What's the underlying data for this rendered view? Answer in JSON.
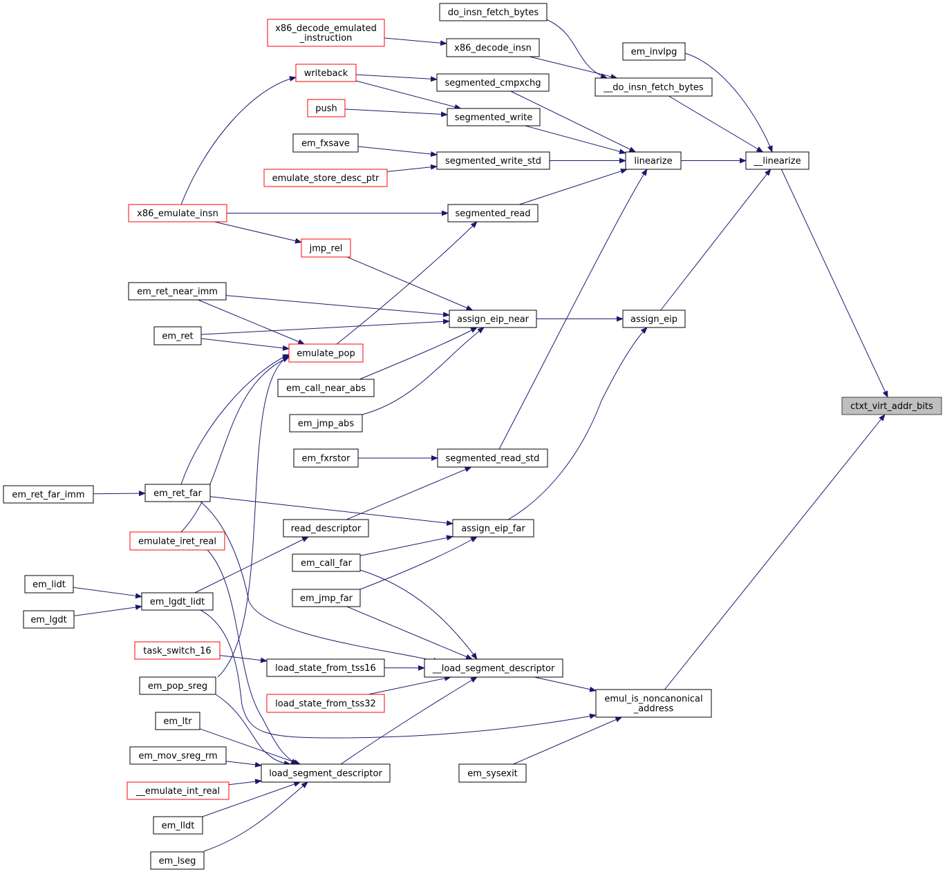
{
  "colors": {
    "edge": "#191970",
    "node_fill": "#ffffff",
    "node_border_normal": "#000000",
    "node_border_truncated": "#ff0000",
    "root_fill": "#bfbfbf",
    "root_border": "#404040"
  },
  "nodes": [
    {
      "id": "ctxt_virt_addr_bits",
      "lines": [
        "ctxt_virt_addr_bits"
      ],
      "kind": "root"
    },
    {
      "id": "__linearize",
      "lines": [
        "__linearize"
      ],
      "kind": "normal"
    },
    {
      "id": "emul_is_noncanonical_address",
      "lines": [
        "emul_is_noncanonical",
        "_address"
      ],
      "kind": "normal"
    },
    {
      "id": "__do_insn_fetch_bytes",
      "lines": [
        "__do_insn_fetch_bytes"
      ],
      "kind": "normal"
    },
    {
      "id": "em_invlpg",
      "lines": [
        "em_invlpg"
      ],
      "kind": "normal"
    },
    {
      "id": "linearize",
      "lines": [
        "linearize"
      ],
      "kind": "normal"
    },
    {
      "id": "assign_eip",
      "lines": [
        "assign_eip"
      ],
      "kind": "normal"
    },
    {
      "id": "do_insn_fetch_bytes",
      "lines": [
        "do_insn_fetch_bytes"
      ],
      "kind": "normal"
    },
    {
      "id": "x86_decode_insn",
      "lines": [
        "x86_decode_insn"
      ],
      "kind": "normal"
    },
    {
      "id": "x86_decode_emulated_instruction",
      "lines": [
        "x86_decode_emulated",
        "_instruction"
      ],
      "kind": "truncated"
    },
    {
      "id": "segmented_cmpxchg",
      "lines": [
        "segmented_cmpxchg"
      ],
      "kind": "normal"
    },
    {
      "id": "segmented_write",
      "lines": [
        "segmented_write"
      ],
      "kind": "normal"
    },
    {
      "id": "segmented_write_std",
      "lines": [
        "segmented_write_std"
      ],
      "kind": "normal"
    },
    {
      "id": "segmented_read",
      "lines": [
        "segmented_read"
      ],
      "kind": "normal"
    },
    {
      "id": "segmented_read_std",
      "lines": [
        "segmented_read_std"
      ],
      "kind": "normal"
    },
    {
      "id": "assign_eip_near",
      "lines": [
        "assign_eip_near"
      ],
      "kind": "normal"
    },
    {
      "id": "assign_eip_far",
      "lines": [
        "assign_eip_far"
      ],
      "kind": "normal"
    },
    {
      "id": "__load_segment_descriptor",
      "lines": [
        "__load_segment_descriptor"
      ],
      "kind": "normal"
    },
    {
      "id": "em_sysexit",
      "lines": [
        "em_sysexit"
      ],
      "kind": "normal"
    },
    {
      "id": "writeback",
      "lines": [
        "writeback"
      ],
      "kind": "truncated"
    },
    {
      "id": "push",
      "lines": [
        "push"
      ],
      "kind": "truncated"
    },
    {
      "id": "em_fxsave",
      "lines": [
        "em_fxsave"
      ],
      "kind": "normal"
    },
    {
      "id": "emulate_store_desc_ptr",
      "lines": [
        "emulate_store_desc_ptr"
      ],
      "kind": "truncated"
    },
    {
      "id": "x86_emulate_insn",
      "lines": [
        "x86_emulate_insn"
      ],
      "kind": "truncated"
    },
    {
      "id": "jmp_rel",
      "lines": [
        "jmp_rel"
      ],
      "kind": "truncated"
    },
    {
      "id": "em_ret_near_imm",
      "lines": [
        "em_ret_near_imm"
      ],
      "kind": "normal"
    },
    {
      "id": "em_ret",
      "lines": [
        "em_ret"
      ],
      "kind": "normal"
    },
    {
      "id": "emulate_pop",
      "lines": [
        "emulate_pop"
      ],
      "kind": "truncated"
    },
    {
      "id": "em_call_near_abs",
      "lines": [
        "em_call_near_abs"
      ],
      "kind": "normal"
    },
    {
      "id": "em_jmp_abs",
      "lines": [
        "em_jmp_abs"
      ],
      "kind": "normal"
    },
    {
      "id": "em_fxrstor",
      "lines": [
        "em_fxrstor"
      ],
      "kind": "normal"
    },
    {
      "id": "em_ret_far_imm",
      "lines": [
        "em_ret_far_imm"
      ],
      "kind": "normal"
    },
    {
      "id": "em_ret_far",
      "lines": [
        "em_ret_far"
      ],
      "kind": "normal"
    },
    {
      "id": "read_descriptor",
      "lines": [
        "read_descriptor"
      ],
      "kind": "normal"
    },
    {
      "id": "emulate_iret_real",
      "lines": [
        "emulate_iret_real"
      ],
      "kind": "truncated"
    },
    {
      "id": "em_call_far",
      "lines": [
        "em_call_far"
      ],
      "kind": "normal"
    },
    {
      "id": "em_lidt",
      "lines": [
        "em_lidt"
      ],
      "kind": "normal"
    },
    {
      "id": "em_lgdt_lidt",
      "lines": [
        "em_lgdt_lidt"
      ],
      "kind": "normal"
    },
    {
      "id": "em_lgdt",
      "lines": [
        "em_lgdt"
      ],
      "kind": "normal"
    },
    {
      "id": "em_jmp_far",
      "lines": [
        "em_jmp_far"
      ],
      "kind": "normal"
    },
    {
      "id": "task_switch_16",
      "lines": [
        "task_switch_16"
      ],
      "kind": "truncated"
    },
    {
      "id": "load_state_from_tss16",
      "lines": [
        "load_state_from_tss16"
      ],
      "kind": "normal"
    },
    {
      "id": "em_pop_sreg",
      "lines": [
        "em_pop_sreg"
      ],
      "kind": "normal"
    },
    {
      "id": "load_state_from_tss32",
      "lines": [
        "load_state_from_tss32"
      ],
      "kind": "truncated"
    },
    {
      "id": "em_ltr",
      "lines": [
        "em_ltr"
      ],
      "kind": "normal"
    },
    {
      "id": "em_mov_sreg_rm",
      "lines": [
        "em_mov_sreg_rm"
      ],
      "kind": "normal"
    },
    {
      "id": "load_segment_descriptor",
      "lines": [
        "load_segment_descriptor"
      ],
      "kind": "normal"
    },
    {
      "id": "__emulate_int_real",
      "lines": [
        "__emulate_int_real"
      ],
      "kind": "truncated"
    },
    {
      "id": "em_lldt",
      "lines": [
        "em_lldt"
      ],
      "kind": "normal"
    },
    {
      "id": "em_lseg",
      "lines": [
        "em_lseg"
      ],
      "kind": "normal"
    }
  ],
  "edges": [
    {
      "from": "__linearize",
      "to": "ctxt_virt_addr_bits"
    },
    {
      "from": "emul_is_noncanonical_address",
      "to": "ctxt_virt_addr_bits"
    },
    {
      "from": "__do_insn_fetch_bytes",
      "to": "__linearize"
    },
    {
      "from": "em_invlpg",
      "to": "__linearize"
    },
    {
      "from": "linearize",
      "to": "__linearize"
    },
    {
      "from": "assign_eip",
      "to": "__linearize"
    },
    {
      "from": "do_insn_fetch_bytes",
      "to": "__do_insn_fetch_bytes"
    },
    {
      "from": "x86_decode_insn",
      "to": "__do_insn_fetch_bytes"
    },
    {
      "from": "x86_decode_emulated_instruction",
      "to": "x86_decode_insn"
    },
    {
      "from": "segmented_cmpxchg",
      "to": "linearize"
    },
    {
      "from": "segmented_write",
      "to": "linearize"
    },
    {
      "from": "segmented_write_std",
      "to": "linearize"
    },
    {
      "from": "segmented_read",
      "to": "linearize"
    },
    {
      "from": "segmented_read_std",
      "to": "linearize"
    },
    {
      "from": "writeback",
      "to": "segmented_cmpxchg"
    },
    {
      "from": "writeback",
      "to": "segmented_write"
    },
    {
      "from": "push",
      "to": "segmented_write"
    },
    {
      "from": "em_fxsave",
      "to": "segmented_write_std"
    },
    {
      "from": "emulate_store_desc_ptr",
      "to": "segmented_write_std"
    },
    {
      "from": "x86_emulate_insn",
      "to": "writeback"
    },
    {
      "from": "x86_emulate_insn",
      "to": "segmented_read"
    },
    {
      "from": "x86_emulate_insn",
      "to": "jmp_rel"
    },
    {
      "from": "emulate_pop",
      "to": "segmented_read"
    },
    {
      "from": "em_fxrstor",
      "to": "segmented_read_std"
    },
    {
      "from": "read_descriptor",
      "to": "segmented_read_std"
    },
    {
      "from": "assign_eip_near",
      "to": "assign_eip"
    },
    {
      "from": "assign_eip_far",
      "to": "assign_eip"
    },
    {
      "from": "jmp_rel",
      "to": "assign_eip_near"
    },
    {
      "from": "em_ret_near_imm",
      "to": "assign_eip_near"
    },
    {
      "from": "em_ret",
      "to": "assign_eip_near"
    },
    {
      "from": "em_call_near_abs",
      "to": "assign_eip_near"
    },
    {
      "from": "em_jmp_abs",
      "to": "assign_eip_near"
    },
    {
      "from": "em_ret_near_imm",
      "to": "emulate_pop"
    },
    {
      "from": "em_ret",
      "to": "emulate_pop"
    },
    {
      "from": "em_ret_far",
      "to": "emulate_pop"
    },
    {
      "from": "emulate_iret_real",
      "to": "emulate_pop"
    },
    {
      "from": "em_pop_sreg",
      "to": "emulate_pop"
    },
    {
      "from": "em_ret_far_imm",
      "to": "em_ret_far"
    },
    {
      "from": "em_ret_far",
      "to": "assign_eip_far"
    },
    {
      "from": "em_call_far",
      "to": "assign_eip_far"
    },
    {
      "from": "em_jmp_far",
      "to": "assign_eip_far"
    },
    {
      "from": "em_ret_far",
      "to": "__load_segment_descriptor"
    },
    {
      "from": "em_call_far",
      "to": "__load_segment_descriptor"
    },
    {
      "from": "em_jmp_far",
      "to": "__load_segment_descriptor"
    },
    {
      "from": "load_state_from_tss16",
      "to": "__load_segment_descriptor"
    },
    {
      "from": "load_state_from_tss32",
      "to": "__load_segment_descriptor"
    },
    {
      "from": "load_segment_descriptor",
      "to": "__load_segment_descriptor"
    },
    {
      "from": "__load_segment_descriptor",
      "to": "emul_is_noncanonical_address"
    },
    {
      "from": "em_lgdt_lidt",
      "to": "emul_is_noncanonical_address"
    },
    {
      "from": "em_sysexit",
      "to": "emul_is_noncanonical_address"
    },
    {
      "from": "em_lgdt_lidt",
      "to": "read_descriptor"
    },
    {
      "from": "em_lidt",
      "to": "em_lgdt_lidt"
    },
    {
      "from": "em_lgdt",
      "to": "em_lgdt_lidt"
    },
    {
      "from": "task_switch_16",
      "to": "load_state_from_tss16"
    },
    {
      "from": "em_pop_sreg",
      "to": "load_segment_descriptor"
    },
    {
      "from": "em_ltr",
      "to": "load_segment_descriptor"
    },
    {
      "from": "em_mov_sreg_rm",
      "to": "load_segment_descriptor"
    },
    {
      "from": "__emulate_int_real",
      "to": "load_segment_descriptor"
    },
    {
      "from": "em_lldt",
      "to": "load_segment_descriptor"
    },
    {
      "from": "em_lseg",
      "to": "load_segment_descriptor"
    },
    {
      "from": "emulate_iret_real",
      "to": "load_segment_descriptor"
    }
  ]
}
